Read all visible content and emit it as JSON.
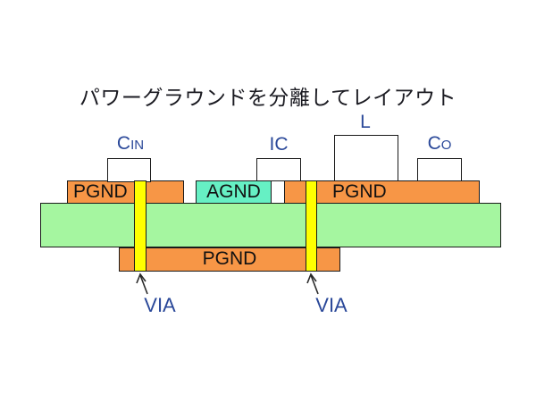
{
  "title": "パワーグラウンドを分離してレイアウト",
  "components": {
    "cin": {
      "main": "C",
      "sub": "IN"
    },
    "ic": {
      "label": "IC"
    },
    "l": {
      "label": "L"
    },
    "co": {
      "main": "C",
      "sub": "O"
    }
  },
  "layers": {
    "pgnd_top_left": "PGND",
    "agnd": "AGND",
    "pgnd_top_right": "PGND",
    "pgnd_bottom": "PGND"
  },
  "vias": {
    "left_label": "VIA",
    "right_label": "VIA"
  },
  "colors": {
    "copper_orange": "#F79646",
    "substrate_green": "#A5F6A0",
    "agnd_cyan": "#66F0C4",
    "via_yellow": "#FFFF00",
    "label_blue": "#2A4899",
    "outline_black": "#1A1A1A",
    "title_text": "#1B1B22"
  }
}
